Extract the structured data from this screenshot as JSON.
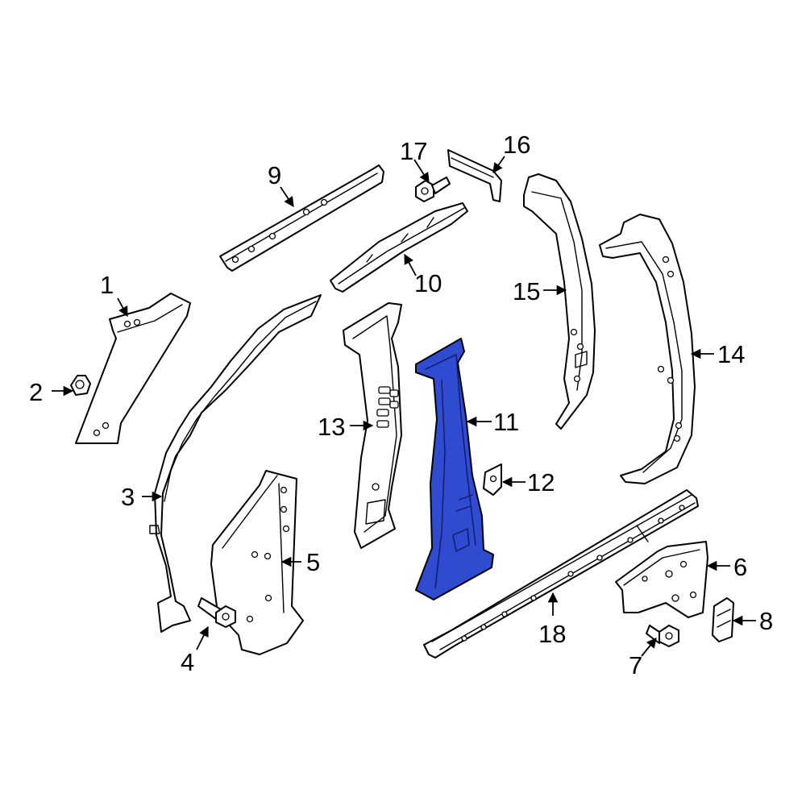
{
  "diagram": {
    "highlight_color": "#2f4bd0",
    "line_color": "#000000",
    "background_color": "#ffffff",
    "highlighted_part": "11",
    "callouts": [
      {
        "label": "1"
      },
      {
        "label": "2"
      },
      {
        "label": "3"
      },
      {
        "label": "4"
      },
      {
        "label": "5"
      },
      {
        "label": "6"
      },
      {
        "label": "7"
      },
      {
        "label": "8"
      },
      {
        "label": "9"
      },
      {
        "label": "10"
      },
      {
        "label": "11"
      },
      {
        "label": "12"
      },
      {
        "label": "13"
      },
      {
        "label": "14"
      },
      {
        "label": "15"
      },
      {
        "label": "16"
      },
      {
        "label": "17"
      },
      {
        "label": "18"
      }
    ]
  }
}
